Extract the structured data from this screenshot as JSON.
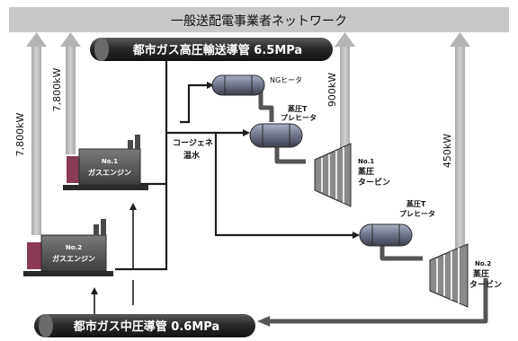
{
  "network": {
    "label": "一般送配電事業者ネットワーク"
  },
  "pipes": {
    "high": "都市ガス高圧輸送導管 6.5MPa",
    "medium": "都市ガス中圧導管 0.6MPa"
  },
  "outputs": {
    "engine2_kw": "7,800kW",
    "engine1_kw": "7,800kW",
    "turbine1_kw": "900kW",
    "turbine2_kw": "450kW"
  },
  "equipment": {
    "engine1": {
      "line1": "No.1",
      "line2": "ガスエンジン"
    },
    "engine2": {
      "line1": "No.2",
      "line2": "ガスエンジン"
    },
    "ng_heater": "NGヒータ",
    "preheater1": {
      "line1": "蒸圧T",
      "line2": "プレヒータ"
    },
    "preheater2": {
      "line1": "蒸圧T",
      "line2": "プレヒータ"
    },
    "turbine1": {
      "line1": "No.1",
      "line2": "蒸圧",
      "line3": "タービン"
    },
    "turbine2": {
      "line1": "No.2",
      "line2": "蒸圧",
      "line3": "タービン"
    },
    "cogen_water": {
      "line1": "コージェネ",
      "line2": "温水"
    }
  },
  "colors": {
    "banner": "#c8c8c8",
    "pipe_dark": "#2f2f2f",
    "flow_line": "#1c1c1c",
    "gas_flow": "#555555",
    "power_arrow": "#b4b4b4",
    "engine": "#5a5a5a",
    "engine_accent": "#8a3a55",
    "vessel": "#7b7f92"
  }
}
